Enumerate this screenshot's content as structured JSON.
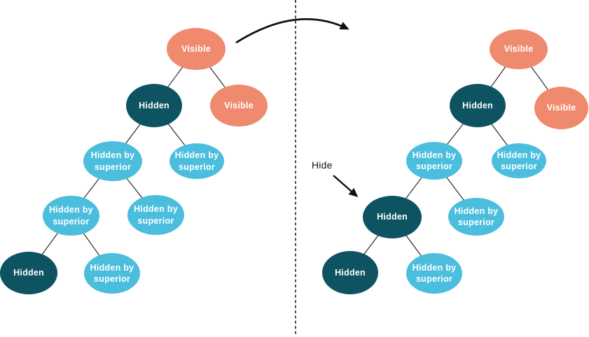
{
  "colors": {
    "visible_node": "#F08A6E",
    "hidden_node": "#0D5362",
    "hidden_by_superior_node": "#4BBEDD",
    "node_text": "#FFFFFF",
    "line": "#1A1A1A",
    "arrow": "#111111",
    "background": "#FFFFFF"
  },
  "annotation": {
    "label": "Hide"
  },
  "trees": {
    "left": {
      "nodes": [
        {
          "label": "Visible",
          "state": "visible"
        },
        {
          "label": "Hidden",
          "state": "hidden"
        },
        {
          "label": "Visible",
          "state": "visible"
        },
        {
          "label": "Hidden by superior",
          "state": "hidden-by-superior"
        },
        {
          "label": "Hidden by superior",
          "state": "hidden-by-superior"
        },
        {
          "label": "Hidden by superior",
          "state": "hidden-by-superior"
        },
        {
          "label": "Hidden by superior",
          "state": "hidden-by-superior"
        },
        {
          "label": "Hidden",
          "state": "hidden"
        },
        {
          "label": "Hidden by superior",
          "state": "hidden-by-superior"
        }
      ],
      "edges": [
        [
          0,
          1
        ],
        [
          0,
          2
        ],
        [
          1,
          3
        ],
        [
          1,
          4
        ],
        [
          3,
          5
        ],
        [
          3,
          6
        ],
        [
          5,
          7
        ],
        [
          5,
          8
        ]
      ]
    },
    "right": {
      "nodes": [
        {
          "label": "Visible",
          "state": "visible"
        },
        {
          "label": "Hidden",
          "state": "hidden"
        },
        {
          "label": "Visible",
          "state": "visible"
        },
        {
          "label": "Hidden by superior",
          "state": "hidden-by-superior"
        },
        {
          "label": "Hidden by superior",
          "state": "hidden-by-superior"
        },
        {
          "label": "Hidden",
          "state": "hidden"
        },
        {
          "label": "Hidden by superior",
          "state": "hidden-by-superior"
        },
        {
          "label": "Hidden",
          "state": "hidden"
        },
        {
          "label": "Hidden by superior",
          "state": "hidden-by-superior"
        }
      ],
      "edges": [
        [
          0,
          1
        ],
        [
          0,
          2
        ],
        [
          1,
          3
        ],
        [
          1,
          4
        ],
        [
          3,
          5
        ],
        [
          3,
          6
        ],
        [
          5,
          7
        ],
        [
          5,
          8
        ]
      ]
    }
  }
}
